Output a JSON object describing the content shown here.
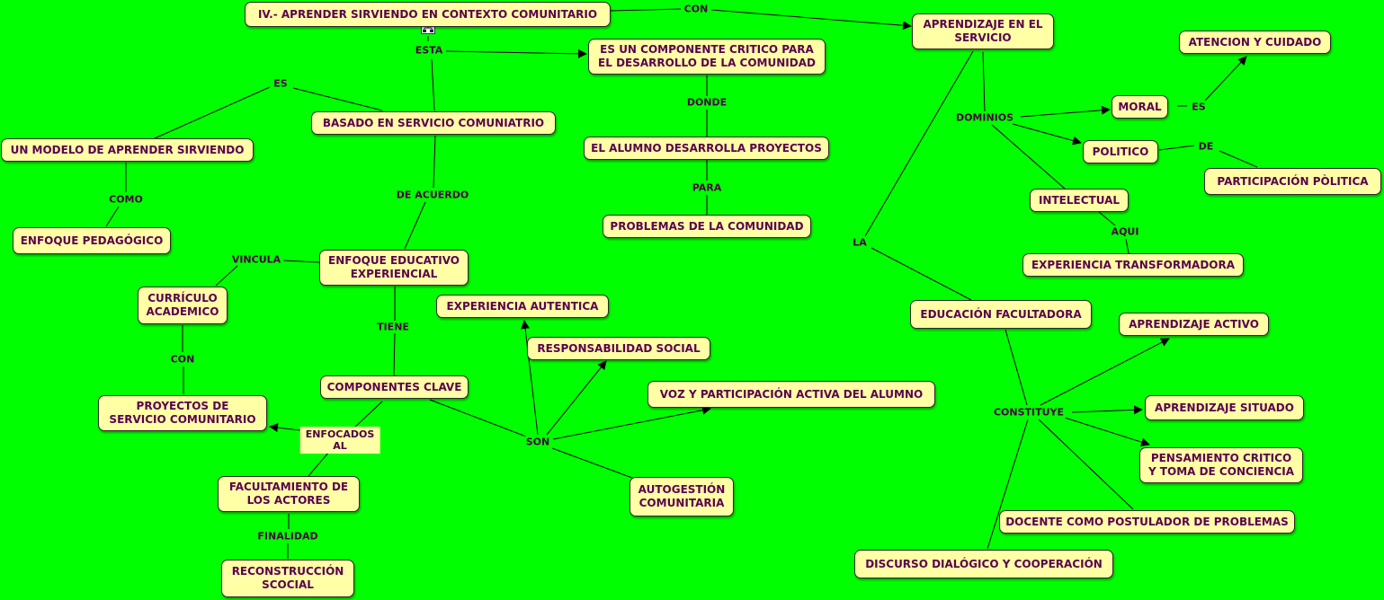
{
  "nodes": {
    "title": "IV.- APRENDER SIRVIENDO EN CONTEXTO COMUNITARIO",
    "aprendizaje_servicio": "APRENDIZAJE EN EL\nSERVICIO",
    "atencion": "ATENCION Y CUIDADO",
    "componente_critico": "ES UN COMPONENTE CRITICO PARA\nEL DESARROLLO DE LA COMUNIDAD",
    "basado": "BASADO EN SERVICIO COMUNIATRIO",
    "modelo": "UN MODELO DE APRENDER SIRVIENDO",
    "alumno_desarrolla": "EL ALUMNO DESARROLLA PROYECTOS",
    "moral": "MORAL",
    "politico": "POLITICO",
    "participacion_politica": "PARTICIPACIÓN PÒLITICA",
    "intelectual": "INTELECTUAL",
    "problemas": "PROBLEMAS DE LA COMUNIDAD",
    "enfoque_pedagogico": "ENFOQUE PEDAGÓGICO",
    "enfoque_educativo": "ENFOQUE EDUCATIVO\nEXPERIENCIAL",
    "experiencia_transformadora": "EXPERIENCIA TRANSFORMADORA",
    "curriculo": "CURRÍCULO\nACADEMICO",
    "experiencia_autentica": "EXPERIENCIA AUTENTICA",
    "educacion_facultadora": "EDUCACIÓN FACULTADORA",
    "aprendizaje_activo": "APRENDIZAJE ACTIVO",
    "responsabilidad": "RESPONSABILIDAD SOCIAL",
    "componentes_clave": "COMPONENTES CLAVE",
    "voz": "VOZ Y PARTICIPACIÓN ACTIVA DEL ALUMNO",
    "proyectos": "PROYECTOS DE\nSERVICIO COMUNITARIO",
    "aprendizaje_situado": "APRENDIZAJE SITUADO",
    "pensamiento": "PENSAMIENTO CRITICO\nY TOMA DE CONCIENCIA",
    "facultamiento": "FACULTAMIENTO DE\nLOS ACTORES",
    "autogestion": "AUTOGESTIÓN\nCOMUNITARIA",
    "docente": "DOCENTE COMO POSTULADOR DE PROBLEMAS",
    "discurso": "DISCURSO DIALÓGICO Y COOPERACIÓN",
    "reconstruccion": "RECONSTRUCCIÓN\nSCOCIAL"
  },
  "labels": {
    "con_top": "CON",
    "esta": "ESTA",
    "es_left": "ES",
    "donde": "DONDE",
    "dominios": "DOMINIOS",
    "es_moral": "ES",
    "de": "DE",
    "como": "COMO",
    "de_acuerdo": "DE ACUERDO",
    "para": "PARA",
    "aqui": "AQUI",
    "la": "LA",
    "vincula": "VINCULA",
    "tiene": "TIENE",
    "con_left": "CON",
    "constituye": "CONSTITUYE",
    "enfocados": "ENFOCADOS\nAL",
    "son": "SON",
    "finalidad": "FINALIDAD"
  },
  "colors": {
    "background": "#00ff00",
    "node_fill": "#ffffa6",
    "text": "#5a0050"
  }
}
